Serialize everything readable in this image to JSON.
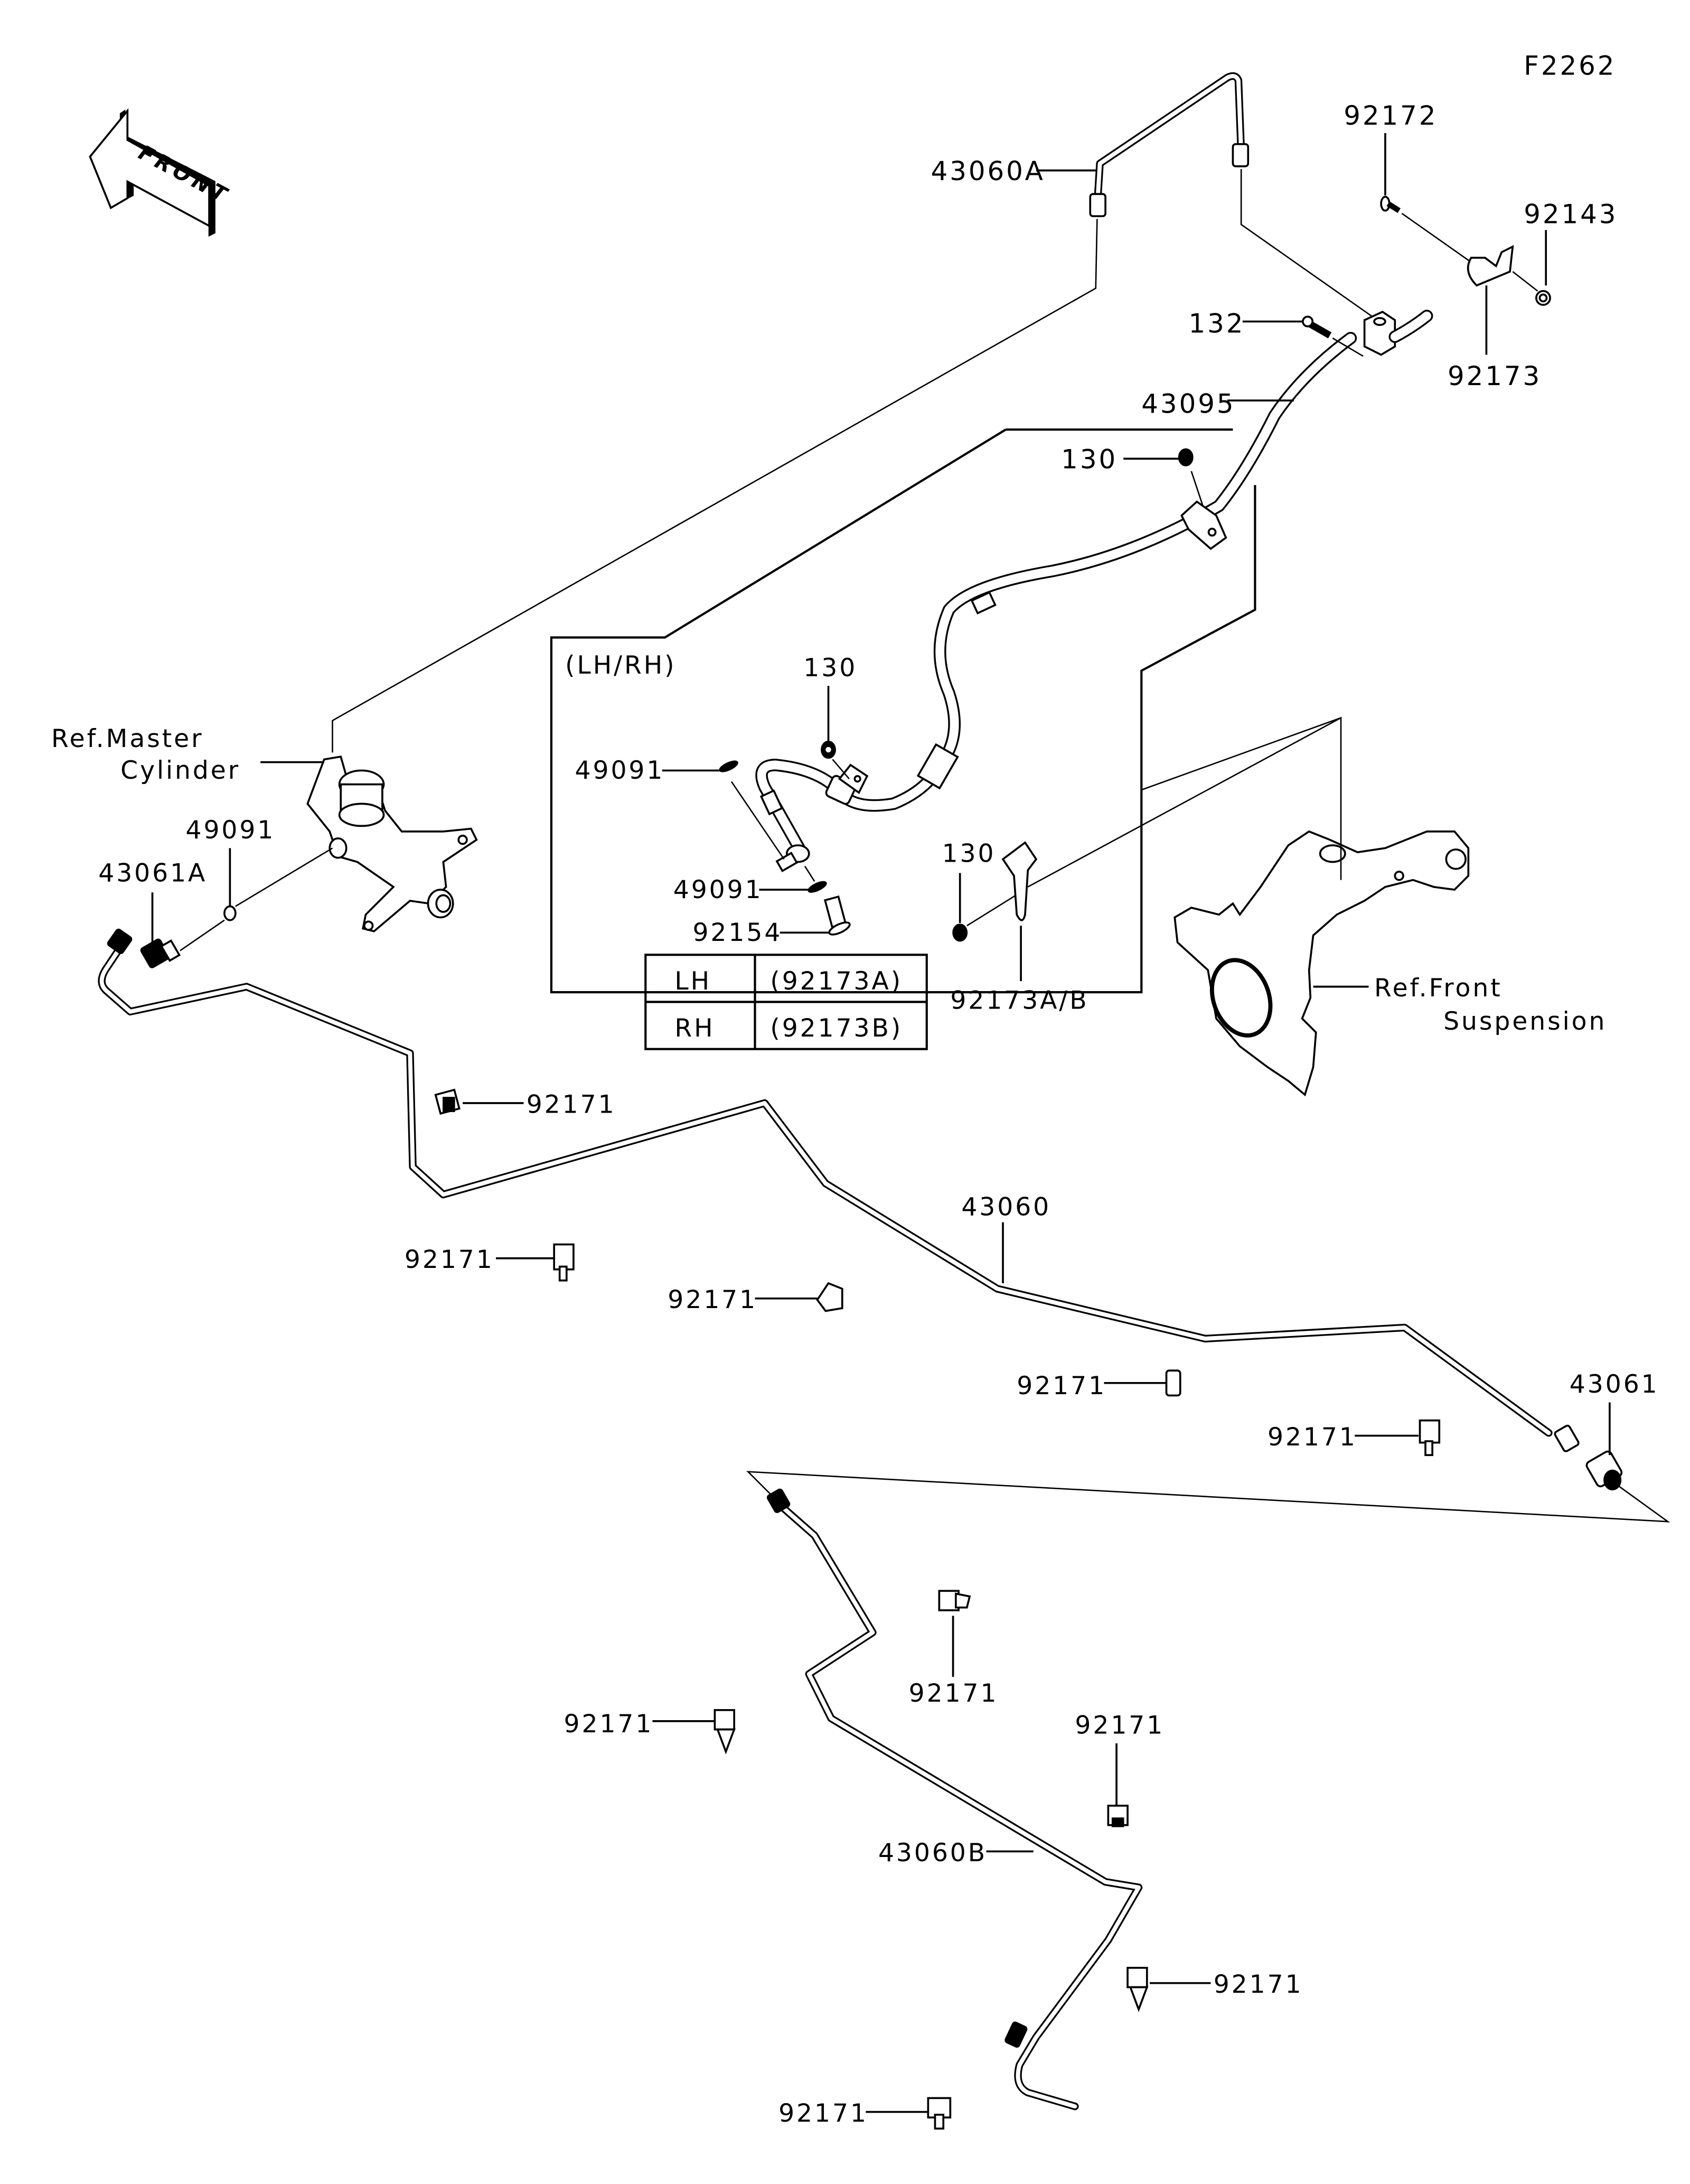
{
  "diagram": {
    "figure_code": "F2262",
    "front_indicator": "FRONT",
    "inset_heading": "(LH/RH)",
    "references": {
      "master_cylinder_line1": "Ref.Master",
      "master_cylinder_line2": "Cylinder",
      "front_suspension_line1": "Ref.Front",
      "front_suspension_line2": "Suspension"
    },
    "side_table": {
      "rows": [
        {
          "side": "LH",
          "part": "(92173A)"
        },
        {
          "side": "RH",
          "part": "(92173B)"
        }
      ]
    },
    "callouts": {
      "p43060A": "43060A",
      "p92172": "92172",
      "p92143": "92143",
      "p132": "132",
      "p92173": "92173",
      "p43095": "43095",
      "p130_top": "130",
      "p130_inset": "130",
      "p130_inset_lower": "130",
      "p49091_inset_top": "49091",
      "p49091_inset_bottom": "49091",
      "p92154": "92154",
      "p92173AB": "92173A/B",
      "p49091_mc": "49091",
      "p43061A": "43061A",
      "p92171_a": "92171",
      "p92171_b": "92171",
      "p92171_c": "92171",
      "p43060": "43060",
      "p92171_d": "92171",
      "p92171_e": "92171",
      "p43061": "43061",
      "p92171_f": "92171",
      "p92171_g": "92171",
      "p92171_h": "92171",
      "p43060B": "43060B",
      "p92171_i": "92171",
      "p92171_j": "92171"
    }
  }
}
